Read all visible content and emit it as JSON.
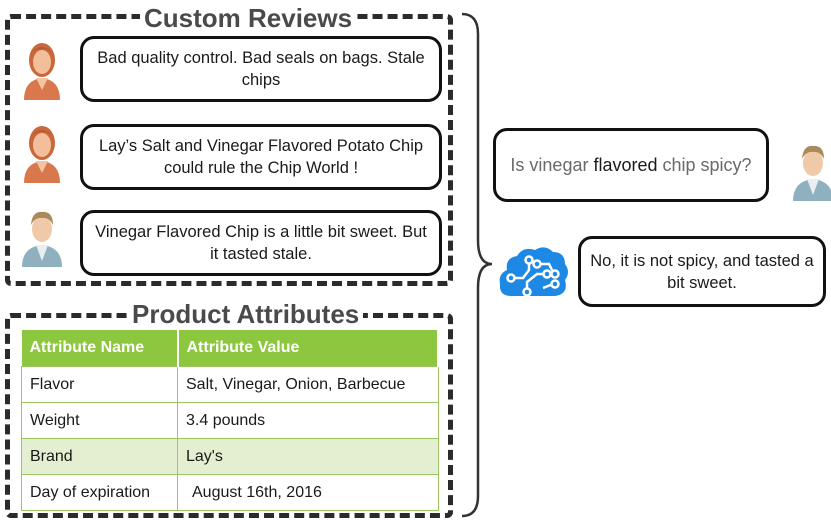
{
  "reviews": {
    "title": "Custom Reviews",
    "items": [
      {
        "text": "Bad quality control. Bad seals on bags. Stale chips",
        "avatar": "female-user-icon"
      },
      {
        "text": "Lay’s Salt and Vinegar Flavored Potato Chip could rule the Chip World !",
        "avatar": "female-user-icon"
      },
      {
        "text": "Vinegar Flavored Chip is a little bit sweet. But it tasted stale.",
        "avatar": "male-user-icon"
      }
    ]
  },
  "attributes": {
    "title": "Product Attributes",
    "headers": [
      "Attribute Name",
      "Attribute Value"
    ],
    "rows": [
      [
        "Flavor",
        "Salt, Vinegar, Onion, Barbecue"
      ],
      [
        "Weight",
        "3.4 pounds"
      ],
      [
        "Brand",
        "Lay's"
      ],
      [
        "Day of expiration",
        "August 16th, 2016"
      ]
    ]
  },
  "dialog": {
    "question_before": "Is vinegar ",
    "question_highlight": "flavored",
    "question_after": " chip spicy?",
    "answer": "No, it is not spicy, and tasted a bit sweet.",
    "bot_icon": "brain-circuit-icon",
    "user_icon": "male-user-icon"
  },
  "colors": {
    "table_header": "#8dc63f",
    "table_alt_row": "#e3efd0",
    "bot_icon": "#1e88e5",
    "female_avatar": "#e0875a",
    "male_avatar": "#8fa9b5"
  }
}
